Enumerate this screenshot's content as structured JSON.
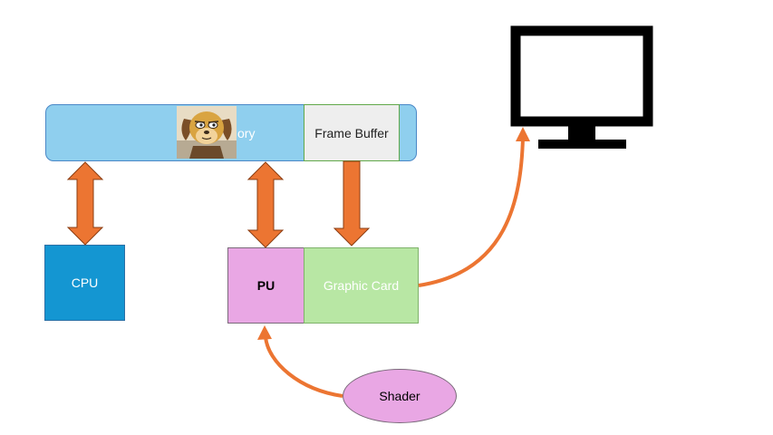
{
  "labels": {
    "memory": "ory",
    "frame_buffer": "Frame Buffer",
    "cpu": "CPU",
    "gpu": "PU",
    "graphic_card": "Graphic Card",
    "shader": "Shader"
  },
  "colors": {
    "memory_fill": "#8fcfee",
    "frame_buffer_fill": "#eeeeee",
    "cpu_fill": "#1496d2",
    "gpu_fill": "#e9a7e4",
    "graphic_card_fill": "#b8e7a4",
    "shader_fill": "#e9a7e4",
    "arrow": "#ec7532",
    "monitor": "#000000"
  },
  "icons": {
    "avatar": "cartoon-dog-icon",
    "display": "monitor-icon"
  }
}
